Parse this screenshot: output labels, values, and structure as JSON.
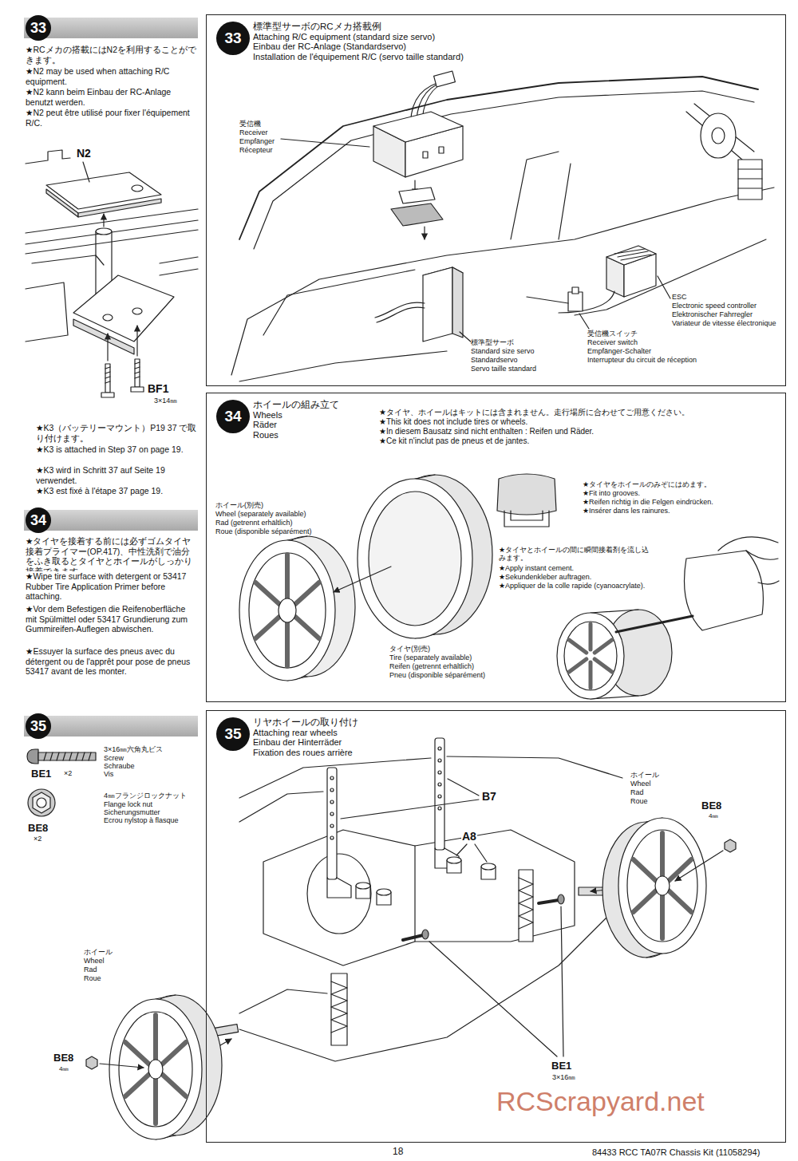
{
  "diagram": {
    "nodes": [
      {
        "text": [
          "33"
        ]
      },
      {
        "text": [
          "標準型サーボのRCメカ搭載例",
          "Attaching R/C equipment (standard size servo)",
          "Einbau der RC-Anlage (Standardservo)",
          "Installation de l'équipement R/C (servo taille standard)"
        ]
      },
      {
        "text": [
          "33"
        ],
        "in": 1
      },
      {
        "text": [
          "34"
        ]
      },
      {
        "text": [
          "ホイールの組み立て",
          "Wheels",
          "Räder",
          "Roues"
        ]
      },
      {
        "text": [
          "34"
        ],
        "in": 4
      },
      {
        "text": [
          "35"
        ]
      },
      {
        "text": [
          "リヤホイールの取り付け",
          "Attaching rear wheels",
          "Einbau der Hinterräder",
          "Fixation des roues arrière"
        ]
      },
      {
        "text": [
          "35"
        ],
        "in": 7
      }
    ],
    "labels": [
      "★RCメカの搭載にはN2を利用することができます。",
      "★N2 may be used when attaching R/C equipment.",
      "★N2 kann beim Einbau der RC-Anlage benutzt werden.",
      "★N2 peut être utilisé pour fixer l'équipement R/C.",
      "N2",
      "BF1",
      "3×14㎜",
      "★K3（バッテリーマウント）P19 37 で取り付けます。",
      "★K3 is attached in Step 37 on page 19.",
      "★K3 wird in Schritt 37 auf Seite 19 verwendet.",
      "★K3 est fixé à l'étape 37 page 19.",
      "★タイヤを接着する前には必ずゴムタイヤ接着プライマー(OP.417)、中性洗剤で油分をふき取るとタイヤとホイールがしっかり接着できます。",
      "★Wipe tire surface with detergent or 53417 Rubber Tire Application Primer before attaching.",
      "★Vor dem Befestigen die Reifenoberfläche mit Spülmittel oder 53417 Grundierung zum Gummireifen-Auflegen abwischen.",
      "★Essuyer la surface des pneus avec du détergent ou de l'apprêt pour pose de pneus 53417 avant de les monter.",
      "3×16㎜六角丸ビス",
      "Screw",
      "Schraube",
      "Vis",
      "BE1",
      "×2",
      "4㎜フランジロックナット",
      "Flange lock nut",
      "Sicherungsmutter",
      "Ecrou nylstop à flasque",
      "BE8",
      "×2",
      "受信機",
      "Receiver",
      "Empfänger",
      "Récepteur",
      "標準型サーボ",
      "Standard size servo",
      "Standardservo",
      "Servo taille standard",
      "受信機スイッチ",
      "Receiver switch",
      "Empfänger-Schalter",
      "Interrupteur du circuit de réception",
      "ESC",
      "Electronic speed controller",
      "Elektronischer Fahrregler",
      "Variateur de vitesse électronique",
      "★タイヤ、ホイールはキットには含まれません。走行場所に合わせてご用意ください。",
      "★This kit does not include tires or wheels.",
      "★In diesem Bausatz sind nicht enthalten : Reifen und Räder.",
      "★Ce kit n'inclut pas de pneus et de jantes.",
      "ホイール(別売)",
      "Wheel (separately available)",
      "Rad (getrennt erhältlich)",
      "Roue (disponible séparément)",
      "★タイヤをホイールのみぞにはめます。",
      "★Fit into grooves.",
      "★Reifen richtig in die Felgen eindrücken.",
      "★Insérer dans les rainures.",
      "★タイヤとホイールの間に瞬間接着剤を流し込みます。",
      "★Apply instant cement.",
      "★Sekundenkleber auftragen.",
      "★Appliquer de la colle rapide (cyanoacrylate).",
      "タイヤ(別売)",
      "Tire (separately available)",
      "Reifen (getrennt erhältlich)",
      "Pneu (disponible séparément)",
      "B7",
      "A8",
      "ホイール",
      "Wheel",
      "Rad",
      "Roue",
      "BE8",
      "4㎜",
      "ホイール",
      "Wheel",
      "Rad",
      "Roue",
      "BE8",
      "4㎜",
      "BE1",
      "3×16㎜",
      "RCScrapyard.net",
      "18",
      "84433 RCC TA07R Chassis Kit (11058294)"
    ]
  }
}
